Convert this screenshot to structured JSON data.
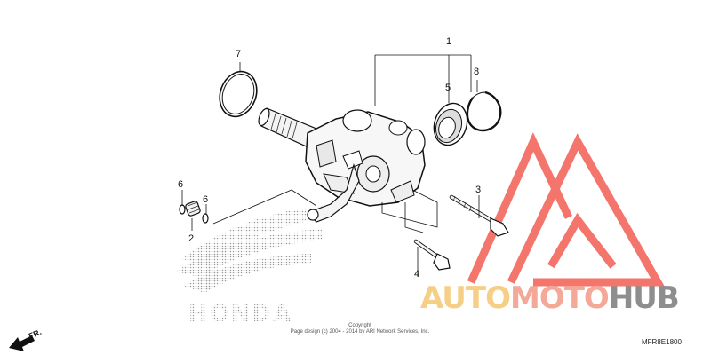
{
  "diagram": {
    "callouts": [
      {
        "num": "1",
        "name": "callout-1"
      },
      {
        "num": "2",
        "name": "callout-2"
      },
      {
        "num": "3",
        "name": "callout-3"
      },
      {
        "num": "4",
        "name": "callout-4"
      },
      {
        "num": "5",
        "name": "callout-5"
      },
      {
        "num": "6",
        "name": "callout-6-left"
      },
      {
        "num": "6",
        "name": "callout-6-right"
      },
      {
        "num": "7",
        "name": "callout-7"
      },
      {
        "num": "8",
        "name": "callout-8"
      }
    ],
    "direction_label": "FR.",
    "brand_logo": "HONDA",
    "copyright_line1": "Copyright",
    "copyright_line2": "Page design (c) 2004 - 2014 by ARI Network Services, Inc.",
    "figure_code": "MFR8E1800"
  },
  "watermark": {
    "part1": "AUTO",
    "part2": "MOTO",
    "part3": "HUB",
    "colors": {
      "auto": "#f6cf86",
      "moto": "#f4a898",
      "hub": "#8e8e8e",
      "triangle": "#f15d52"
    }
  }
}
